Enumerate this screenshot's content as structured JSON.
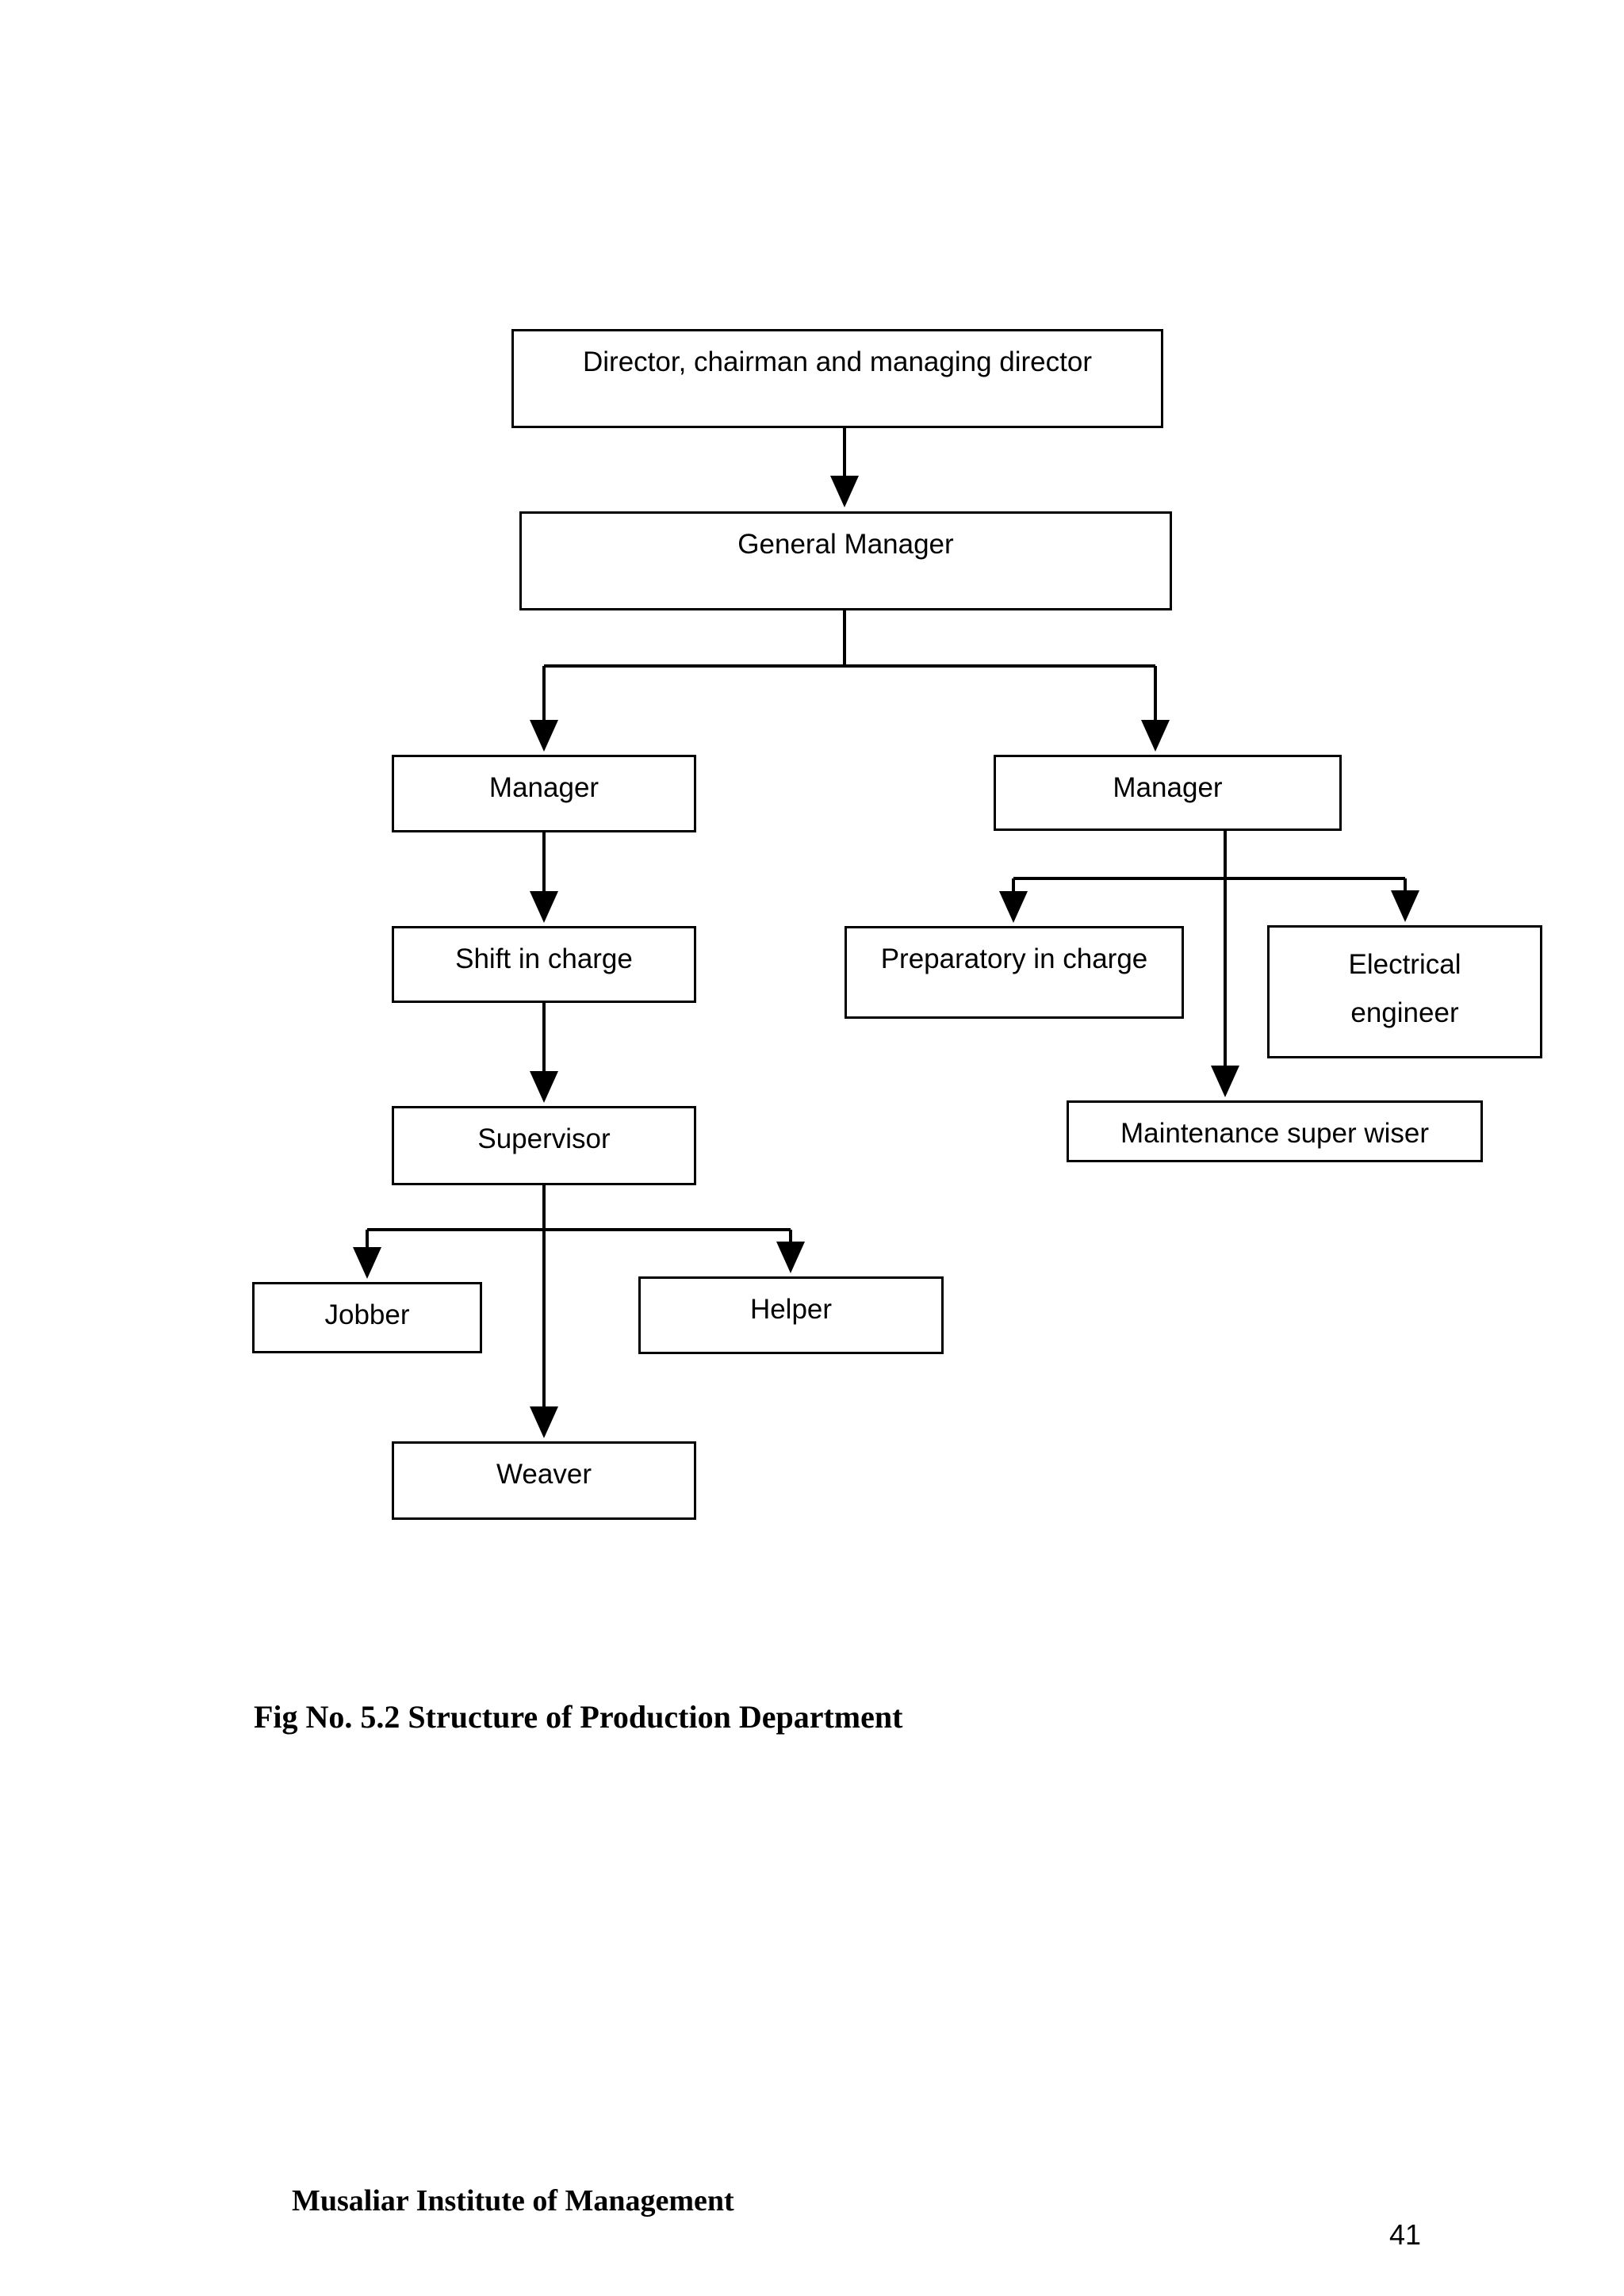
{
  "document": {
    "caption": "Fig No. 5.2 Structure of Production Department",
    "footer_note": "Musaliar Institute of Management",
    "page_number": "41"
  },
  "colors": {
    "background": "#ffffff",
    "line": "#000000",
    "text": "#000000"
  },
  "chart_data": {
    "type": "diagram",
    "subtype": "organizational-hierarchy-flowchart",
    "title": "Fig No. 5.2 Structure of Production Department",
    "orientation": "top-down",
    "nodes": [
      {
        "id": "director",
        "label": "Director, chairman and managing director",
        "level": 0
      },
      {
        "id": "gm",
        "label": "General Manager",
        "level": 1
      },
      {
        "id": "manager_l",
        "label": "Manager",
        "level": 2
      },
      {
        "id": "manager_r",
        "label": "Manager",
        "level": 2
      },
      {
        "id": "shift",
        "label": "Shift in charge",
        "level": 3
      },
      {
        "id": "preparatory",
        "label": "Preparatory in charge",
        "level": 3
      },
      {
        "id": "electrical",
        "label": "Electrical\nengineer",
        "level": 3
      },
      {
        "id": "supervisor",
        "label": "Supervisor",
        "level": 4
      },
      {
        "id": "maintenance",
        "label": "Maintenance super wiser",
        "level": 4
      },
      {
        "id": "jobber",
        "label": "Jobber",
        "level": 5
      },
      {
        "id": "helper",
        "label": "Helper",
        "level": 5
      },
      {
        "id": "weaver",
        "label": "Weaver",
        "level": 6
      }
    ],
    "edges": [
      {
        "from": "director",
        "to": "gm",
        "style": "arrow"
      },
      {
        "from": "gm",
        "to": "manager_l",
        "style": "elbow-arrow"
      },
      {
        "from": "gm",
        "to": "manager_r",
        "style": "elbow-arrow"
      },
      {
        "from": "manager_l",
        "to": "shift",
        "style": "arrow"
      },
      {
        "from": "shift",
        "to": "supervisor",
        "style": "arrow"
      },
      {
        "from": "supervisor",
        "to": "jobber",
        "style": "elbow-arrow"
      },
      {
        "from": "supervisor",
        "to": "helper",
        "style": "elbow-arrow"
      },
      {
        "from": "supervisor",
        "to": "weaver",
        "style": "arrow"
      },
      {
        "from": "manager_r",
        "to": "preparatory",
        "style": "elbow-arrow"
      },
      {
        "from": "manager_r",
        "to": "electrical",
        "style": "elbow-arrow"
      },
      {
        "from": "manager_r",
        "to": "maintenance",
        "style": "arrow"
      }
    ]
  }
}
